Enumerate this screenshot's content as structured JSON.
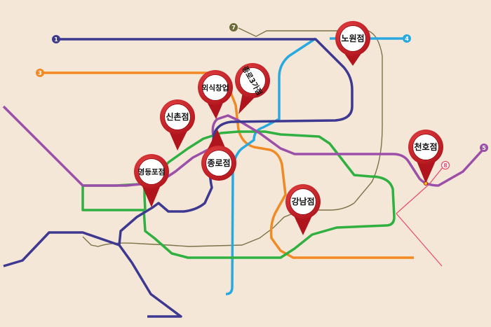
{
  "colors": {
    "background": "#f5e7d7",
    "line1": "#3d3990",
    "line2": "#2fb040",
    "line3": "#f08a24",
    "line4": "#2aa9e0",
    "line5": "#9b4fa8",
    "line7": "#6b6b3a",
    "line8": "#e8506e",
    "pin": "#d4202a"
  },
  "lines": [
    {
      "id": "1",
      "label": "1"
    },
    {
      "id": "3",
      "label": "3"
    },
    {
      "id": "4",
      "label": "4"
    },
    {
      "id": "5",
      "label": "5"
    },
    {
      "id": "7",
      "label": "7"
    },
    {
      "id": "8",
      "label": "8"
    }
  ],
  "stores": [
    {
      "label": "노원점"
    },
    {
      "label": "종로3가점"
    },
    {
      "label": "외식창업"
    },
    {
      "label": "신촌점"
    },
    {
      "label": "종로점"
    },
    {
      "label": "영등포점"
    },
    {
      "label": "강남점"
    },
    {
      "label": "천호점"
    }
  ]
}
